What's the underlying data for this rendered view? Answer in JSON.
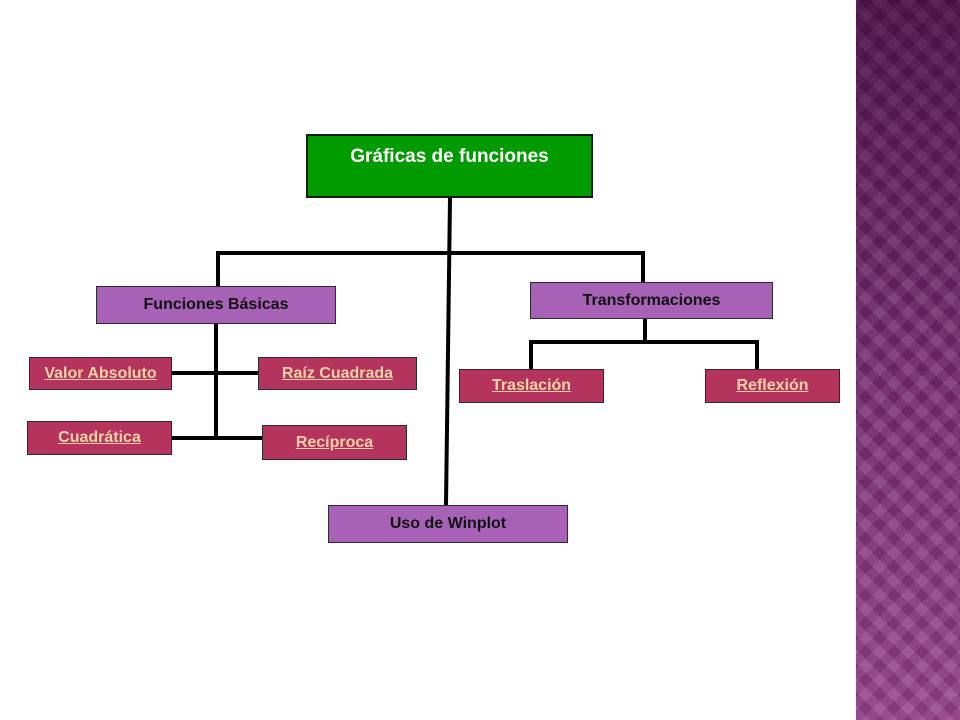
{
  "diagram": {
    "root": {
      "label": "Gráficas de funciones"
    },
    "categories": {
      "basicas": {
        "label": "Funciones Básicas"
      },
      "transformaciones": {
        "label": "Transformaciones"
      },
      "winplot": {
        "label": "Uso de Winplot"
      }
    },
    "links": {
      "valor_absoluto": {
        "label": "Valor Absoluto"
      },
      "raiz_cuadrada": {
        "label": "Raíz Cuadrada"
      },
      "cuadratica": {
        "label": "Cuadrática"
      },
      "reciproca": {
        "label": "Recíproca"
      },
      "traslacion": {
        "label": "Traslación"
      },
      "reflexion": {
        "label": "Reflexión"
      }
    },
    "colors": {
      "root": "#019b00",
      "category": "#a761b7",
      "link": "#b4345e",
      "link_text": "#ffd2a6",
      "side_panel": "#7d2d75"
    }
  }
}
